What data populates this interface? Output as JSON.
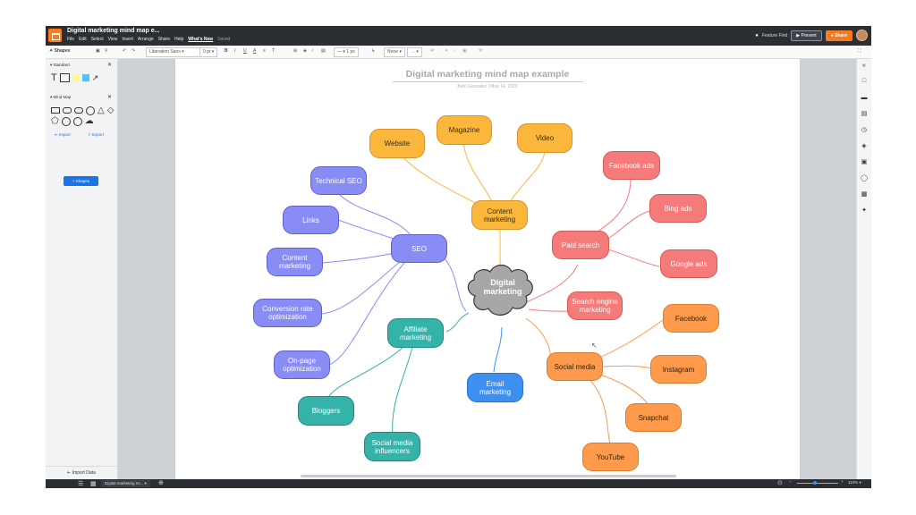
{
  "app": {
    "doc_title": "Digital marketing mind map e...",
    "menu": [
      "File",
      "Edit",
      "Select",
      "View",
      "Insert",
      "Arrange",
      "Share",
      "Help",
      "What's New"
    ],
    "saved": "Saved",
    "feature_find": "Feature Find",
    "present": "Present",
    "share": "Share"
  },
  "toolbar": {
    "shapes_label": "Shapes",
    "font": "Liberation Sans",
    "font_size": "9 pt",
    "line_width": "1 px",
    "arrow_start": "None"
  },
  "left_panel": {
    "standard": "Standard",
    "mind_map": "Mind Map",
    "import": "Import",
    "export": "Export",
    "shapes_btn": "+ Shapes",
    "import_data": "Import Data"
  },
  "status": {
    "page_tab": "Digital marketing mi...",
    "zoom": "110%"
  },
  "diagram": {
    "title": "Digital marketing mind map example",
    "subtitle": "Beto Gonzalez  |  May 14, 2020",
    "center": "Digital marketing",
    "nodes": {
      "website": "Website",
      "magazine": "Magazine",
      "video": "Video",
      "content_marketing": "Content marketing",
      "technical_seo": "Technical SEO",
      "links": "Links",
      "seo": "SEO",
      "content_marketing_2": "Content marketing",
      "conversion_rate": "Conversion rate optimization",
      "onpage": "On-page optimization",
      "affiliate": "Affiliate marketing",
      "bloggers": "Bloggers",
      "smi": "Social media influencers",
      "email": "Email marketing",
      "facebook_ads": "Facebook ads",
      "bing_ads": "Bing ads",
      "google_ads": "Google ads",
      "paid_search": "Paid search",
      "sem": "Search engine marketing",
      "social_media": "Social media",
      "facebook": "Facebook",
      "instagram": "Instagram",
      "snapchat": "Snapchat",
      "youtube": "YouTube"
    },
    "colors": {
      "orange": "#fbb73b",
      "purple": "#8a8cf6",
      "red": "#f57a7a",
      "teal": "#35b3a8",
      "blue": "#3d8ff0",
      "dark_orange": "#fd9a4b",
      "center": "#a7a7a7"
    }
  }
}
